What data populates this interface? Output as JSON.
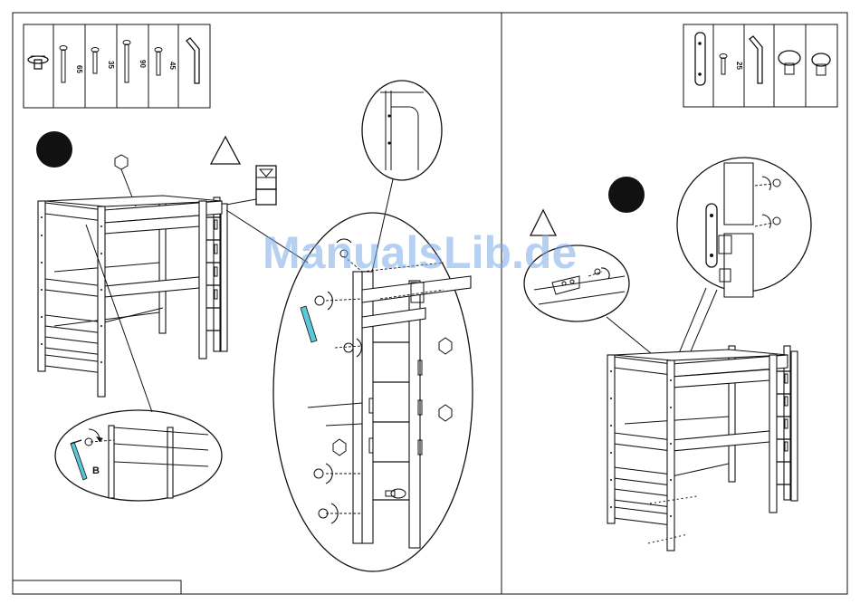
{
  "watermark": "ManualsLib.de",
  "left_page": {
    "parts": [
      {
        "icon": "cap-nut-icon",
        "length": ""
      },
      {
        "icon": "bolt-icon",
        "length": "65"
      },
      {
        "icon": "bolt-icon",
        "length": "35"
      },
      {
        "icon": "bolt-icon",
        "length": "90"
      },
      {
        "icon": "bolt-icon",
        "length": "45"
      },
      {
        "icon": "allen-key-icon",
        "length": ""
      }
    ],
    "callout_letter": "B"
  },
  "right_page": {
    "parts": [
      {
        "icon": "connector-plate-icon",
        "length": ""
      },
      {
        "icon": "bolt-icon",
        "length": "25"
      },
      {
        "icon": "allen-key-icon",
        "length": ""
      },
      {
        "icon": "cap-icon",
        "length": ""
      },
      {
        "icon": "cap-nut-icon",
        "length": ""
      }
    ]
  },
  "colors": {
    "line": "#111111",
    "tool": "#5bc8d8",
    "watermark": "#78aae6"
  }
}
